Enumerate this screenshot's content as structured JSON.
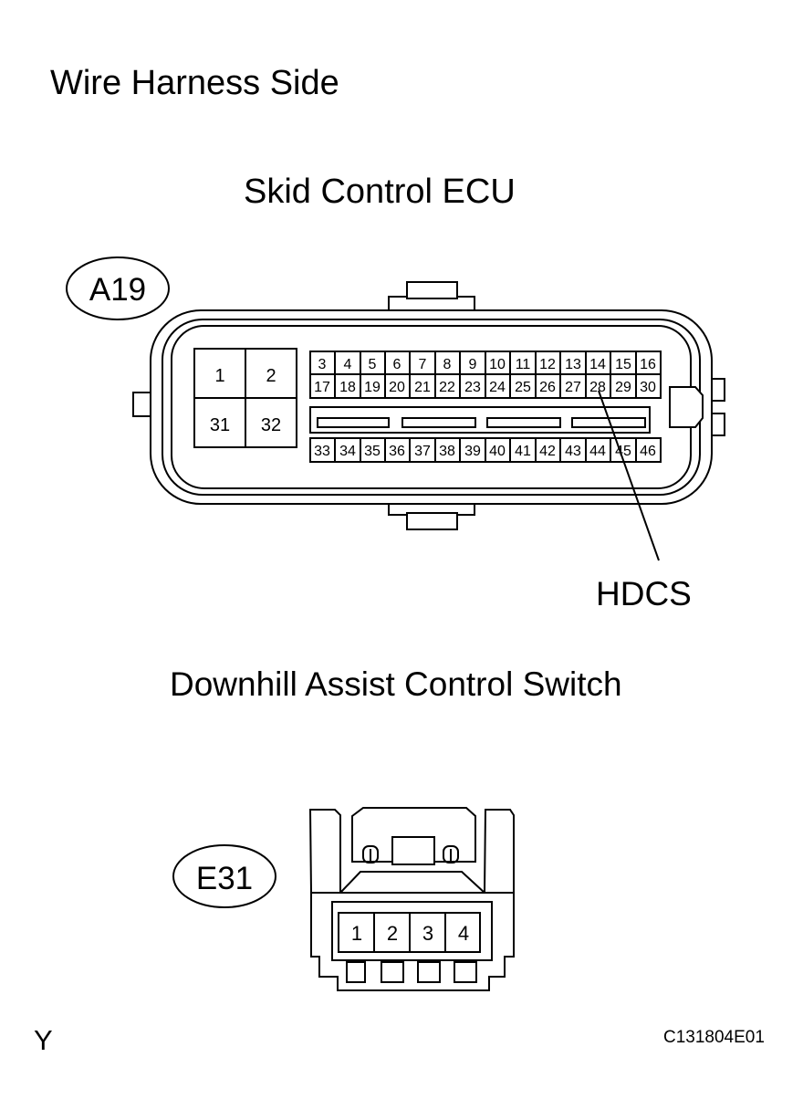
{
  "header": {
    "title": "Wire Harness Side"
  },
  "ecu": {
    "name": "Skid Control ECU",
    "connector_code": "A19",
    "large_pins": [
      "1",
      "2",
      "31",
      "32"
    ],
    "row1": [
      "3",
      "4",
      "5",
      "6",
      "7",
      "8",
      "9",
      "10",
      "11",
      "12",
      "13",
      "14",
      "15",
      "16"
    ],
    "row2": [
      "17",
      "18",
      "19",
      "20",
      "21",
      "22",
      "23",
      "24",
      "25",
      "26",
      "27",
      "28",
      "29",
      "30"
    ],
    "row3": [
      "33",
      "34",
      "35",
      "36",
      "37",
      "38",
      "39",
      "40",
      "41",
      "42",
      "43",
      "44",
      "45",
      "46"
    ],
    "callout_label": "HDCS"
  },
  "switch": {
    "name": "Downhill Assist Control Switch",
    "connector_code": "E31",
    "pins": [
      "1",
      "2",
      "3",
      "4"
    ]
  },
  "footer": {
    "corner_mark": "Y",
    "figure_id": "C131804E01"
  }
}
